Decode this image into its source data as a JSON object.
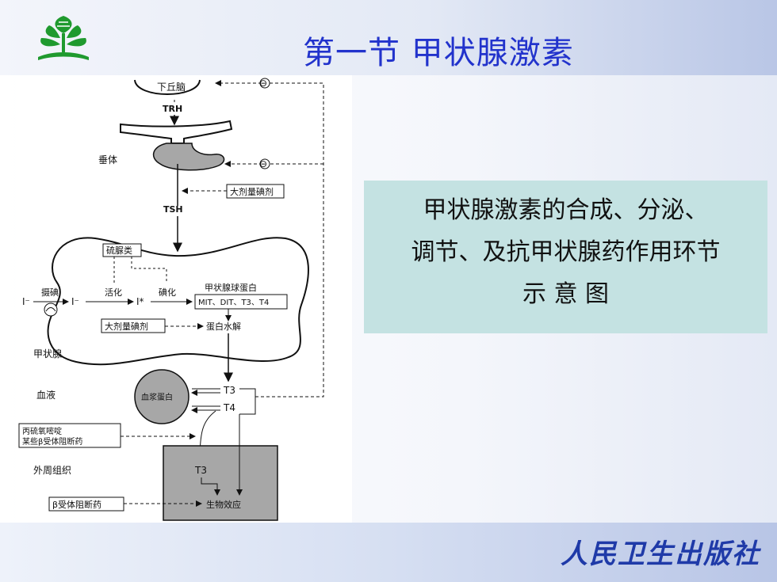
{
  "slide": {
    "title": "第一节  甲状腺激素",
    "caption": [
      "甲状腺激素的合成、分泌、",
      "调节、及抗甲状腺药作用环节",
      "示  意  图"
    ],
    "publisher": "人民卫生出版社"
  },
  "diagram": {
    "hypothalamus": "下丘脑",
    "trh": "TRH",
    "pituitary": "垂体",
    "tsh": "TSH",
    "high_iodine_1": "大剂量碘剂",
    "thioureas": "硫脲类",
    "uptake": "摄碘",
    "activation": "活化",
    "iodination": "碘化",
    "thyroglobulin": "甲状腺球蛋白",
    "mit_box": "MIT、DIT、T3、T4",
    "i_minus_1": "I⁻",
    "i_minus_2": "I⁻",
    "i_star": "I*",
    "high_iodine_2": "大剂量碘剂",
    "proteolysis": "蛋白水解",
    "thyroid": "甲状腺",
    "blood": "血液",
    "plasma_protein": "血浆蛋白",
    "t3": "T3",
    "t4": "T4",
    "ptu_line1": "丙硫氧嘧啶",
    "ptu_line2": "某些β受体阻断药",
    "peripheral": "外周组织",
    "t3_tissue": "T3",
    "beta_blocker": "β受体阻断药",
    "bio_effect": "生物效应",
    "minus": "⊖"
  }
}
